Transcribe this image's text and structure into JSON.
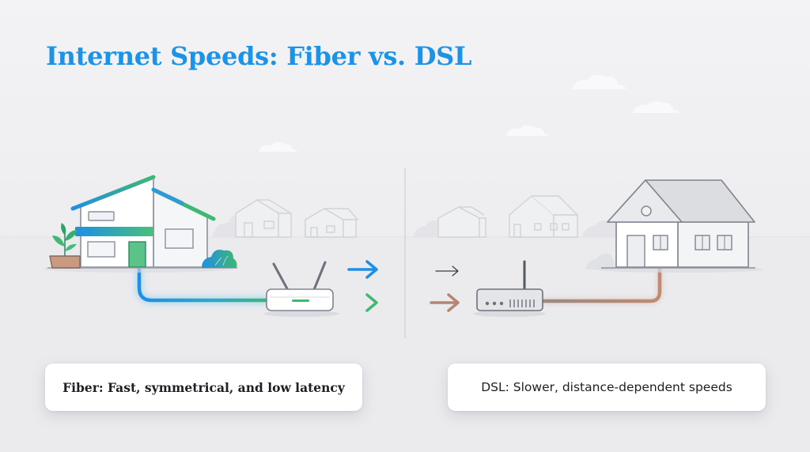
{
  "title": "Internet Speeds: Fiber vs. DSL",
  "captions": {
    "fiber": "Fiber: Fast, symmetrical, and low latency",
    "dsl": "DSL: Slower, distance-dependent speeds"
  },
  "colors": {
    "title": "#1a93e8",
    "fiber_blue": "#1f8fe6",
    "fiber_green": "#3fb873",
    "dsl_copper": "#b48672",
    "background": "#efeff1"
  },
  "icons": {
    "fiber_house": "house-icon",
    "dsl_house": "house-icon",
    "fiber_router": "router-icon",
    "dsl_modem": "modem-icon",
    "arrows": "arrow-right-icon",
    "plant": "plant-icon"
  }
}
